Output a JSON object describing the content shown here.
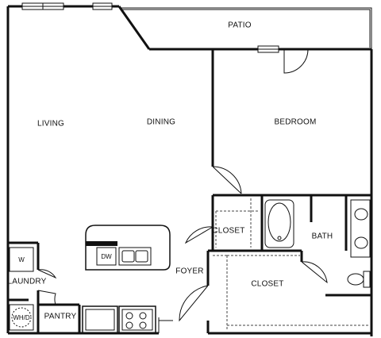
{
  "rooms": {
    "patio": "PATIO",
    "living": "LIVING",
    "dining": "DINING",
    "bedroom": "BEDROOM",
    "closet_upper": "CLOSET",
    "closet_lower": "CLOSET",
    "bath": "BATH",
    "foyer": "FOYER",
    "laundry": "LAUNDRY",
    "pantry": "PANTRY"
  },
  "fixtures": {
    "washer": "W",
    "washer_dryer": "WH/D",
    "dishwasher": "DW"
  }
}
